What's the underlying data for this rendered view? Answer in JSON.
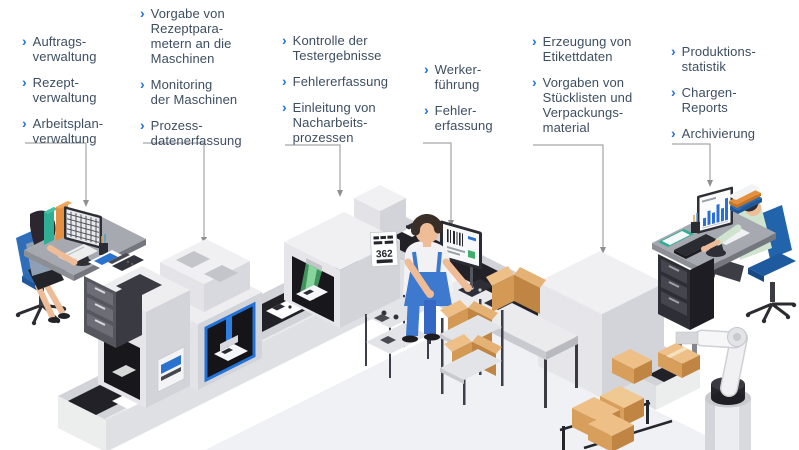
{
  "palette": {
    "accent_blue": "#2272d8",
    "text_navy": "#3d4e61",
    "leader_gray": "#8f9094",
    "belt_black": "#212127",
    "machine_light": "#ededf0",
    "cardboard": "#d89f5c",
    "worker_blue": "#3c79cf",
    "chair_blue": "#2a6ab5",
    "chart_bar_blue": "#2b6fd4",
    "scan_green": "#4db36b",
    "folder_teal": "#2fae93",
    "folder_orange": "#e59040",
    "skin": "#eebc96"
  },
  "icons": {
    "bullet": "›"
  },
  "sign": {
    "value": "362"
  },
  "columns": [
    {
      "items": [
        {
          "label": "Auftrags-\nverwaltung"
        },
        {
          "label": "Rezept-\nverwaltung"
        },
        {
          "label": "Arbeitsplan-\nverwaltung"
        }
      ]
    },
    {
      "items": [
        {
          "label": "Vorgabe von\nRezeptpara-\nmetern an die\nMaschinen"
        },
        {
          "label": "Monitoring\nder Maschinen"
        },
        {
          "label": "Prozess-\ndatenerfassung"
        }
      ]
    },
    {
      "items": [
        {
          "label": "Kontrolle der\nTestergebnisse"
        },
        {
          "label": "Fehlererfassung"
        },
        {
          "label": "Einleitung von\nNacharbeits-\nprozessen"
        }
      ]
    },
    {
      "items": [
        {
          "label": "Werker-\nführung"
        },
        {
          "label": "Fehler-\nerfassung"
        }
      ]
    },
    {
      "items": [
        {
          "label": "Erzeugung von\nEtikettdaten"
        },
        {
          "label": "Vorgaben von\nStücklisten und\nVerpackungs-\nmaterial"
        }
      ]
    },
    {
      "items": [
        {
          "label": "Produktions-\nstatistik"
        },
        {
          "label": "Chargen-\nReports"
        },
        {
          "label": "Archivierung"
        }
      ]
    }
  ]
}
